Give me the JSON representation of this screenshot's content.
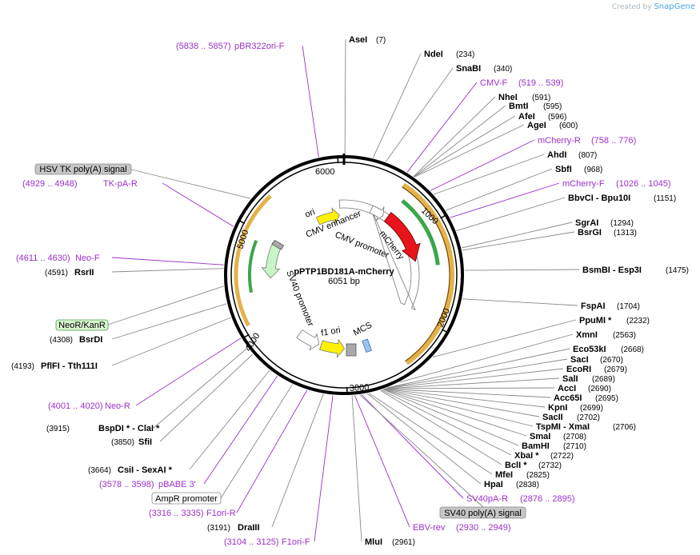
{
  "credit": {
    "prefix": "Created by",
    "brand": "SnapGene"
  },
  "plasmid": {
    "name": "pPTP1BD181A-mCherry",
    "length": "6051 bp"
  },
  "ticks": [
    "1000",
    "2000",
    "3000",
    "4000",
    "5000",
    "6000"
  ],
  "inner_labels": [
    {
      "text": "ori",
      "kind": "ori"
    },
    {
      "text": "CMV enhancer",
      "kind": "cmvenh"
    },
    {
      "text": "CMV promoter",
      "kind": "cmvpro"
    },
    {
      "text": "mCherry",
      "kind": "mcherry"
    },
    {
      "text": "SV40 promoter",
      "kind": "sv40pro"
    },
    {
      "text": "f1 ori",
      "kind": "f1ori"
    },
    {
      "text": "MCS",
      "kind": "mcs"
    }
  ],
  "boxed_labels": [
    {
      "text": "HSV TK poly(A) signal",
      "style": "gray"
    },
    {
      "text": "NeoR/KanR",
      "style": "green"
    },
    {
      "text": "AmpR promoter",
      "style": "white"
    },
    {
      "text": "SV40 poly(A) signal",
      "style": "gray"
    }
  ],
  "right_labels": [
    {
      "name": "AseI",
      "pos": "(7)",
      "type": "enzyme"
    },
    {
      "name": "NdeI",
      "pos": "(234)",
      "type": "enzyme"
    },
    {
      "name": "SnaBI",
      "pos": "(340)",
      "type": "enzyme"
    },
    {
      "name": "CMV-F",
      "pos": "(519 .. 539)",
      "type": "primer"
    },
    {
      "name": "NheI",
      "pos": "(591)",
      "type": "enzyme"
    },
    {
      "name": "BmtI",
      "pos": "(595)",
      "type": "enzyme"
    },
    {
      "name": "AfeI",
      "pos": "(596)",
      "type": "enzyme"
    },
    {
      "name": "AgeI",
      "pos": "(600)",
      "type": "enzyme"
    },
    {
      "name": "mCherry-R",
      "pos": "(758 .. 776)",
      "type": "primer"
    },
    {
      "name": "AhdI",
      "pos": "(807)",
      "type": "enzyme"
    },
    {
      "name": "SbfI",
      "pos": "(968)",
      "type": "enzyme"
    },
    {
      "name": "mCherry-F",
      "pos": "(1026 .. 1045)",
      "type": "primer"
    },
    {
      "name": "BbvCI   - Bpu10I",
      "pos": "(1151)",
      "type": "enzyme"
    },
    {
      "name": "SgrAI",
      "pos": "(1294)",
      "type": "enzyme"
    },
    {
      "name": "BsrGI",
      "pos": "(1313)",
      "type": "enzyme"
    },
    {
      "name": "BsmBI   - Esp3I",
      "pos": "(1475)",
      "type": "enzyme"
    },
    {
      "name": "FspAI",
      "pos": "(1704)",
      "type": "enzyme"
    },
    {
      "name": "PpuMI *",
      "pos": "(2232)",
      "type": "enzyme"
    },
    {
      "name": "XmnI",
      "pos": "(2563)",
      "type": "enzyme"
    },
    {
      "name": "Eco53kI",
      "pos": "(2668)",
      "type": "enzyme"
    },
    {
      "name": "SacI",
      "pos": "(2670)",
      "type": "enzyme"
    },
    {
      "name": "EcoRI",
      "pos": "(2679)",
      "type": "enzyme"
    },
    {
      "name": "SalI",
      "pos": "(2689)",
      "type": "enzyme"
    },
    {
      "name": "AccI",
      "pos": "(2690)",
      "type": "enzyme"
    },
    {
      "name": "Acc65I",
      "pos": "(2695)",
      "type": "enzyme"
    },
    {
      "name": "KpnI",
      "pos": "(2699)",
      "type": "enzyme"
    },
    {
      "name": "SacII",
      "pos": "(2702)",
      "type": "enzyme"
    },
    {
      "name": "TspMI   - XmaI",
      "pos": "(2706)",
      "type": "enzyme"
    },
    {
      "name": "SmaI",
      "pos": "(2708)",
      "type": "enzyme"
    },
    {
      "name": "BamHI",
      "pos": "(2710)",
      "type": "enzyme"
    },
    {
      "name": "XbaI *",
      "pos": "(2722)",
      "type": "enzyme"
    },
    {
      "name": "BclI *",
      "pos": "(2732)",
      "type": "enzyme"
    },
    {
      "name": "MfeI",
      "pos": "(2825)",
      "type": "enzyme"
    },
    {
      "name": "HpaI",
      "pos": "(2838)",
      "type": "enzyme"
    },
    {
      "name": "SV40pA-R",
      "pos": "(2876 .. 2895)",
      "type": "primer"
    },
    {
      "name": "EBV-rev",
      "pos": "(2930 .. 2949)",
      "type": "primer"
    },
    {
      "name": "MluI",
      "pos": "(2961)",
      "type": "enzyme"
    }
  ],
  "left_labels": [
    {
      "name": "pBR322ori-F",
      "pos": "(5838 .. 5857)",
      "type": "primer"
    },
    {
      "name": "TK-pA-R",
      "pos": "(4929 .. 4948)",
      "type": "primer"
    },
    {
      "name": "Neo-F",
      "pos": "(4611 .. 4630)",
      "type": "primer"
    },
    {
      "name": "RsrII",
      "pos": "(4591)",
      "type": "enzyme"
    },
    {
      "name": "BsrDI",
      "pos": "(4308)",
      "type": "enzyme"
    },
    {
      "name": "PflFI   - Tth111I",
      "pos": "(4193)",
      "type": "enzyme"
    },
    {
      "name": "Neo-R",
      "pos": "(4001 .. 4020)",
      "type": "primer"
    },
    {
      "name": "BspDI *  - ClaI *",
      "pos": "(3915)",
      "type": "enzyme"
    },
    {
      "name": "SfiI",
      "pos": "(3850)",
      "type": "enzyme"
    },
    {
      "name": "CsiI   - SexAI *",
      "pos": "(3664)",
      "type": "enzyme"
    },
    {
      "name": "pBABE 3'",
      "pos": "(3578 .. 3598)",
      "type": "primer"
    },
    {
      "name": "F1ori-R",
      "pos": "(3316 .. 3335)",
      "type": "primer"
    },
    {
      "name": "DraIII",
      "pos": "(3191)",
      "type": "enzyme"
    },
    {
      "name": "F1ori-F",
      "pos": "(3104 .. 3125)",
      "type": "primer"
    }
  ],
  "colors": {
    "primer": "#9b2fc9",
    "enzyme": "#000000",
    "orange": "#f5a623",
    "green": "#3aa64a",
    "mcherry": "#e8141b",
    "ori_yellow": "#ffec00"
  }
}
